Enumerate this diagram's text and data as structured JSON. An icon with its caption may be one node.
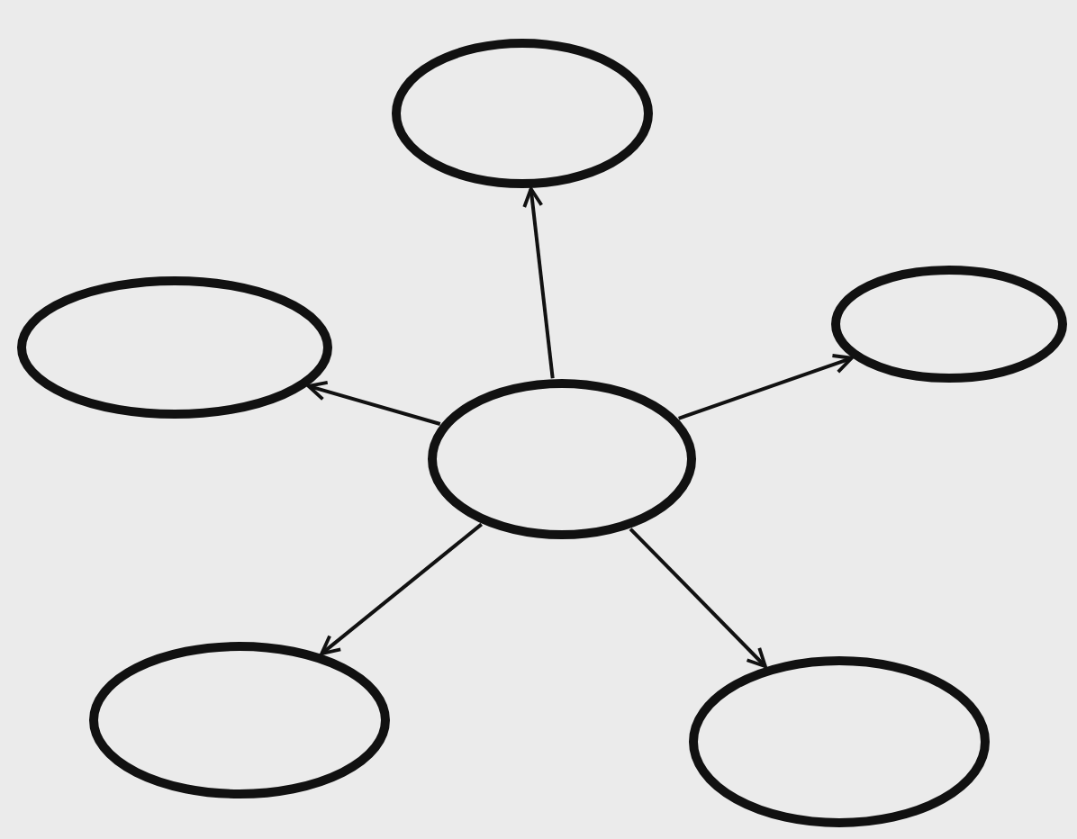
{
  "diagram": {
    "nodes": [
      {
        "text": [],
        "shape": "ellipse"
      },
      {
        "text": [],
        "shape": "ellipse"
      },
      {
        "text": [],
        "shape": "ellipse"
      },
      {
        "text": [],
        "shape": "ellipse"
      },
      {
        "text": [],
        "shape": "ellipse"
      },
      {
        "text": [],
        "shape": "ellipse"
      }
    ],
    "edges": [
      {
        "from": 3,
        "to": 0,
        "arrow": "to"
      },
      {
        "from": 3,
        "to": 1,
        "arrow": "to"
      },
      {
        "from": 3,
        "to": 2,
        "arrow": "to"
      },
      {
        "from": 3,
        "to": 4,
        "arrow": "to"
      },
      {
        "from": 3,
        "to": 5,
        "arrow": "to"
      }
    ]
  }
}
